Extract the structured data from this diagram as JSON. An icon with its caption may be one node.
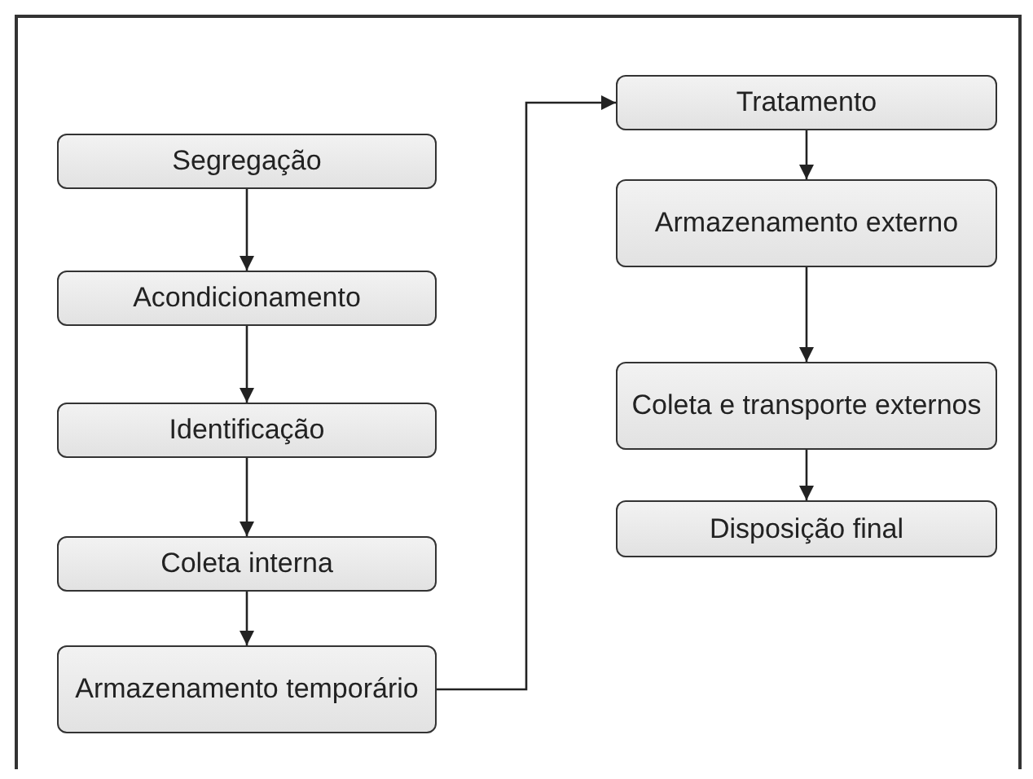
{
  "diagram": {
    "nodes": [
      {
        "text": [
          "Segregação"
        ]
      },
      {
        "text": [
          "Acondicionamento"
        ]
      },
      {
        "text": [
          "Identificação"
        ]
      },
      {
        "text": [
          "Coleta interna"
        ]
      },
      {
        "text": [
          "Armazenamento temporário"
        ]
      },
      {
        "text": [
          "Tratamento"
        ]
      },
      {
        "text": [
          "Armazenamento externo"
        ]
      },
      {
        "text": [
          "Coleta e transporte externos"
        ]
      },
      {
        "text": [
          "Disposição final"
        ]
      }
    ],
    "edges": [
      {
        "from": 0,
        "to": 1,
        "arrow": "to"
      },
      {
        "from": 1,
        "to": 2,
        "arrow": "to"
      },
      {
        "from": 2,
        "to": 3,
        "arrow": "to"
      },
      {
        "from": 3,
        "to": 4,
        "arrow": "to"
      },
      {
        "from": 4,
        "to": 5,
        "arrow": "to"
      },
      {
        "from": 5,
        "to": 6,
        "arrow": "to"
      },
      {
        "from": 6,
        "to": 7,
        "arrow": "to"
      },
      {
        "from": 7,
        "to": 8,
        "arrow": "to"
      }
    ]
  }
}
